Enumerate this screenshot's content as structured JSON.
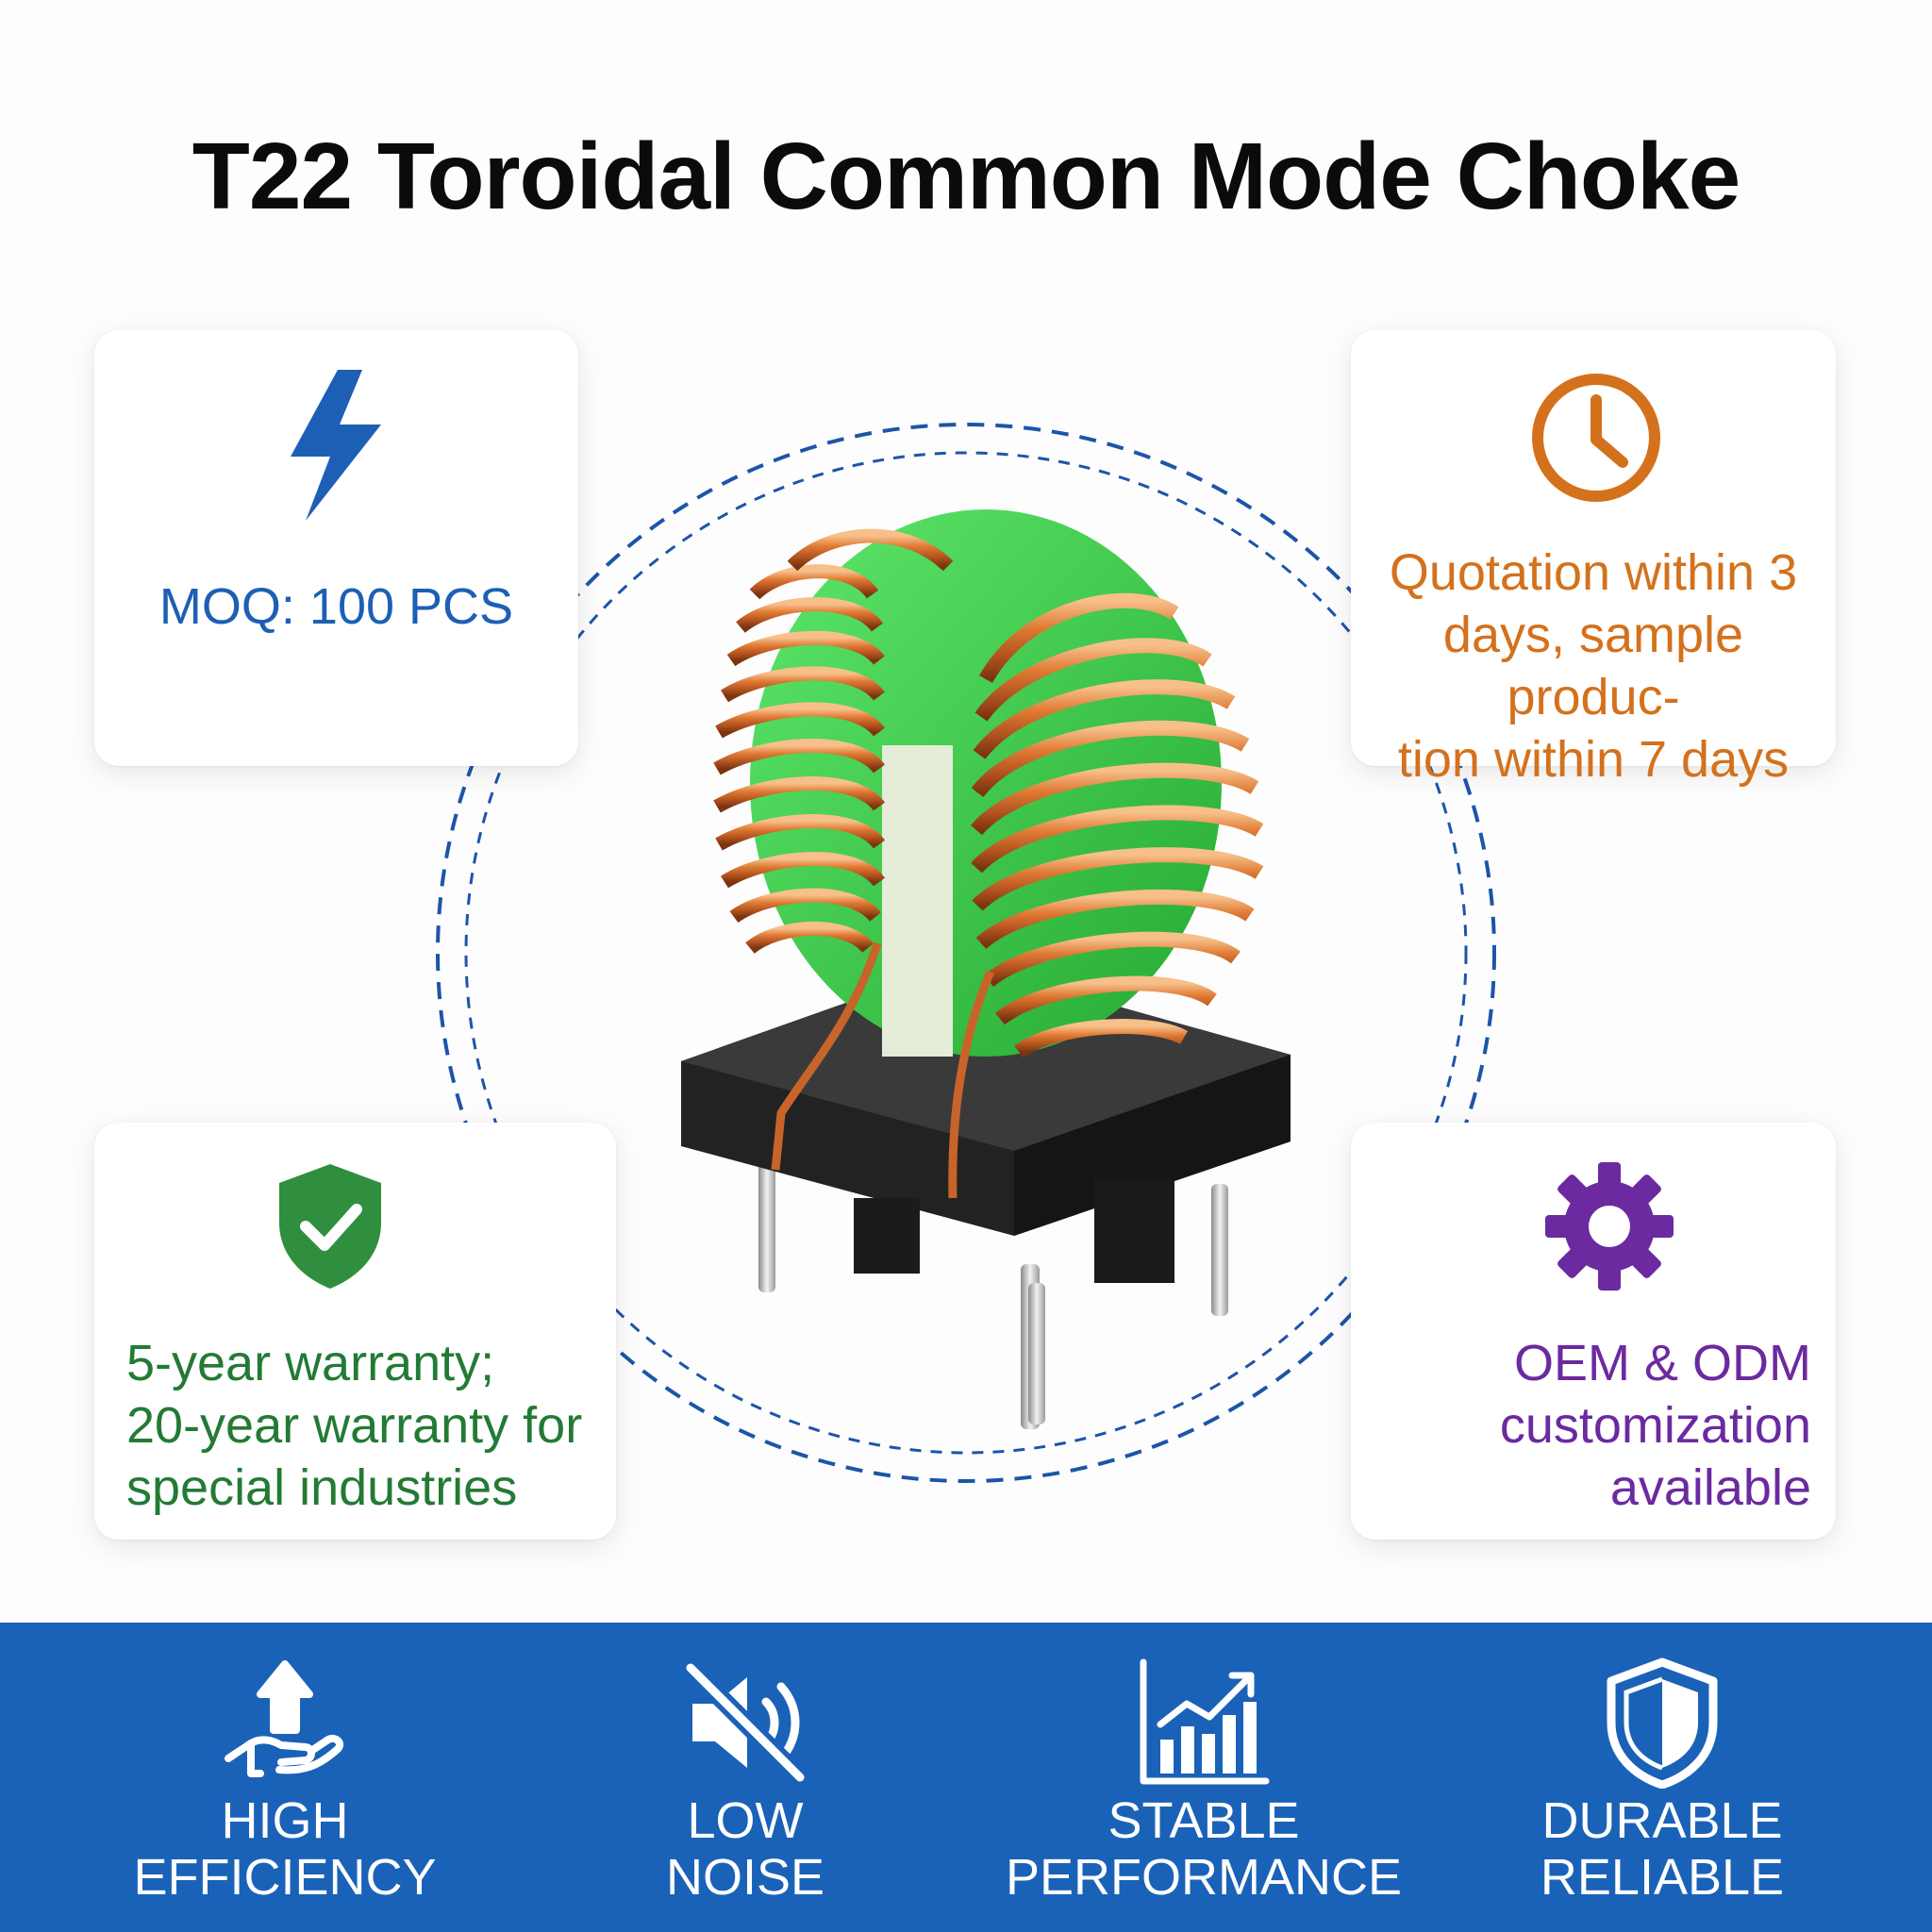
{
  "title": "T22 Toroidal Common Mode Choke",
  "cards": {
    "moq": {
      "icon": "lightning-bolt-icon",
      "line1": "MOQ: 100 PCS",
      "color": "#1d5fb4"
    },
    "quotation": {
      "icon": "clock-icon",
      "line1": "Quotation within 3",
      "line2": "days, sample produc-",
      "line3": "tion within 7 days",
      "color": "#d4711c"
    },
    "warranty": {
      "icon": "shield-check-icon",
      "line1": "5-year warranty;",
      "line2": "20-year warranty for",
      "line3": "special industries",
      "color": "#237a35"
    },
    "oem": {
      "icon": "gear-icon",
      "line1": "OEM & ODM",
      "line2": "customization",
      "line3": "available",
      "color": "#6b2aa0"
    }
  },
  "features": [
    {
      "icon": "hand-up-arrow-icon",
      "line1": "HIGH",
      "line2": "EFFICIENCY"
    },
    {
      "icon": "muted-speaker-icon",
      "line1": "LOW",
      "line2": "NOISE"
    },
    {
      "icon": "bar-chart-trend-icon",
      "line1": "STABLE",
      "line2": "PERFORMANCE"
    },
    {
      "icon": "shield-outline-icon",
      "line1": "DURABLE",
      "line2": "RELIABLE"
    }
  ],
  "colors": {
    "band": "#1a62b8",
    "circle": "#1c55a8",
    "core": "#3fcf4a",
    "copper": "#c8642a",
    "base": "#1b1b1b"
  }
}
